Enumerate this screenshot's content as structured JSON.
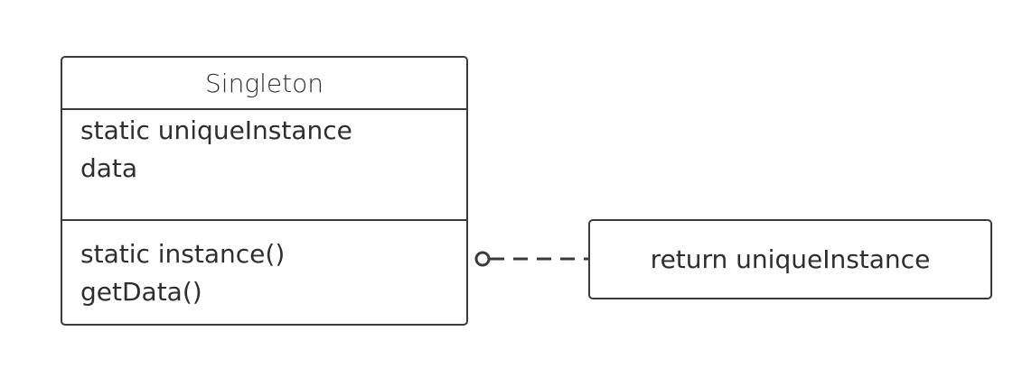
{
  "class_box": {
    "name": "Singleton",
    "attributes": [
      "static uniqueInstance",
      "data"
    ],
    "operations": [
      "static instance()",
      "getData()"
    ]
  },
  "note": {
    "text": "return uniqueInstance"
  },
  "connector": {
    "style": "dashed",
    "end_marker": "open-circle"
  }
}
